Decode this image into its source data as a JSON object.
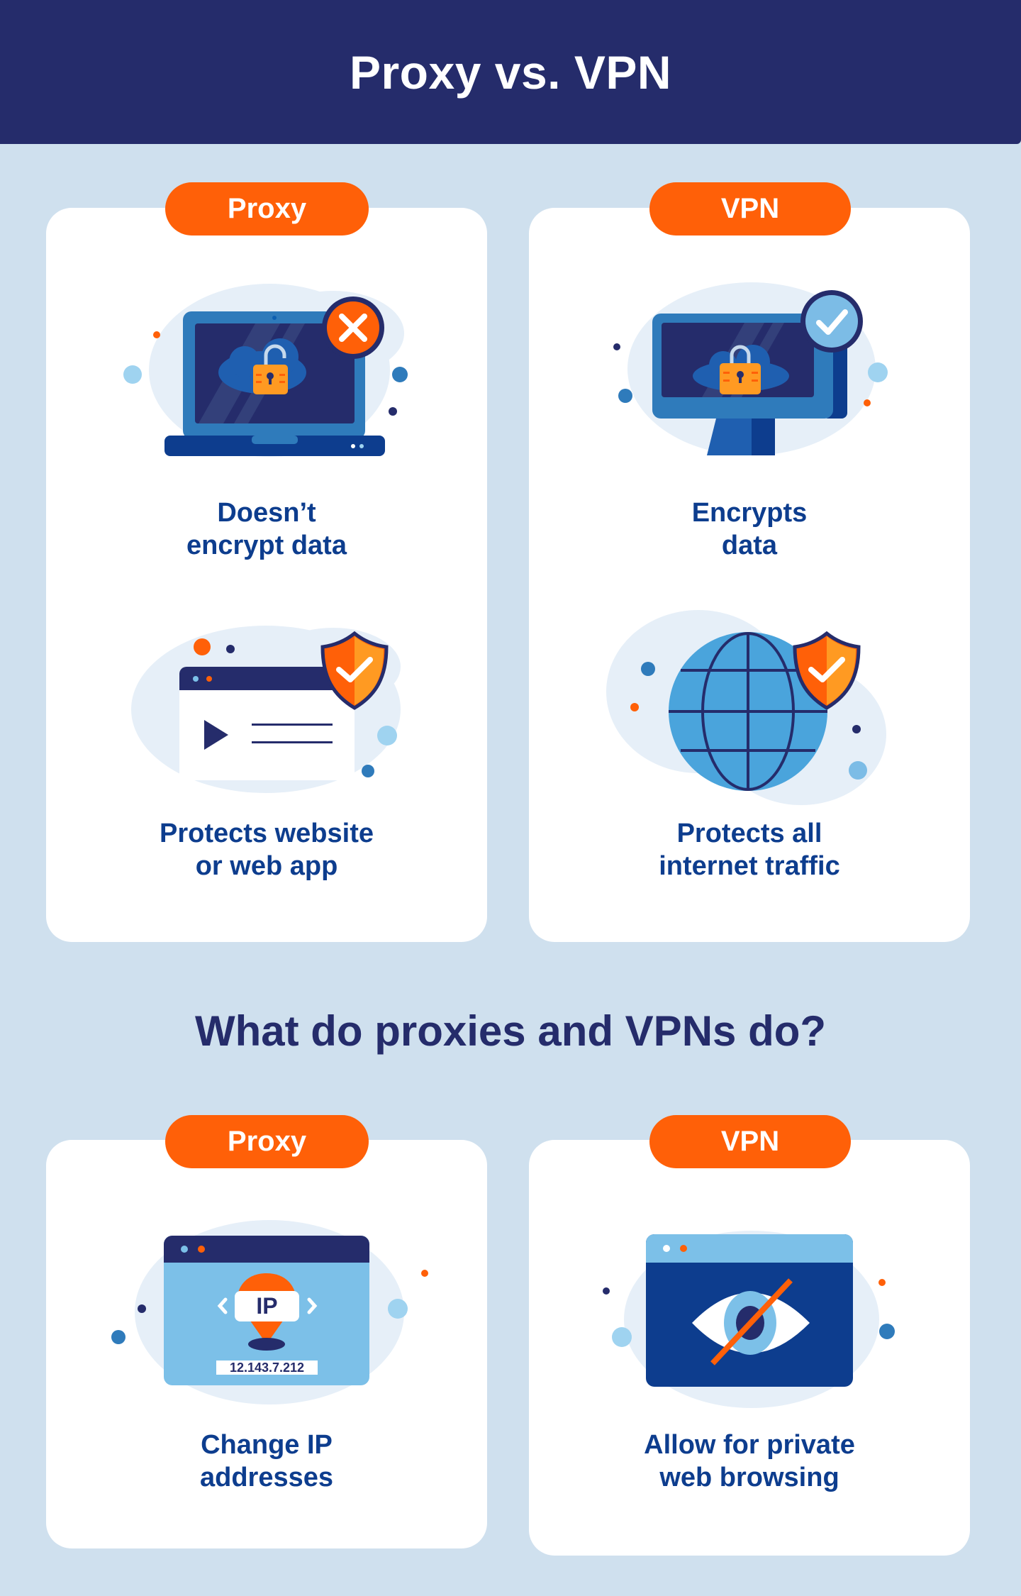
{
  "header": {
    "title": "Proxy vs. VPN"
  },
  "comparison": {
    "proxy": {
      "badge": "Proxy",
      "features": [
        {
          "icon": "laptop-unlocked-x-icon",
          "line1": "Doesn’t",
          "line2": "encrypt data"
        },
        {
          "icon": "browser-shield-icon",
          "line1": "Protects website",
          "line2": "or web app"
        }
      ]
    },
    "vpn": {
      "badge": "VPN",
      "features": [
        {
          "icon": "monitor-locked-check-icon",
          "line1": "Encrypts",
          "line2": "data"
        },
        {
          "icon": "globe-shield-icon",
          "line1": "Protects all",
          "line2": "internet traffic"
        }
      ]
    }
  },
  "section": {
    "heading": "What do proxies and VPNs do?"
  },
  "functions": {
    "proxy": {
      "badge": "Proxy",
      "icon": "ip-location-icon",
      "ip_tag": "IP",
      "ip_address": "12.143.7.212",
      "line1": "Change IP",
      "line2": "addresses"
    },
    "vpn": {
      "badge": "VPN",
      "icon": "eye-crossed-icon",
      "line1": "Allow for private",
      "line2": "web browsing"
    }
  },
  "colors": {
    "header_bg": "#252c6b",
    "page_bg": "#cfe0ee",
    "accent_orange": "#ff6008",
    "text_blue": "#0d3d8e",
    "card_bg": "#ffffff"
  }
}
